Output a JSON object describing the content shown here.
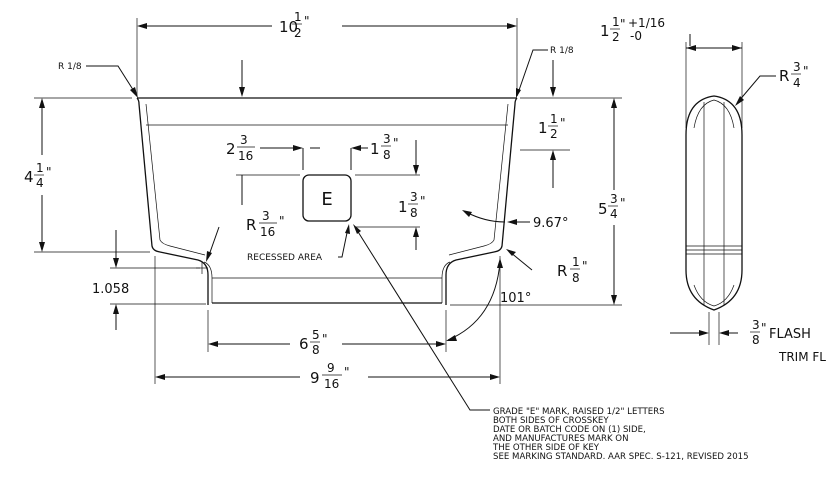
{
  "dimensions": {
    "top_width": {
      "whole": "10",
      "num": "1",
      "den": "2",
      "unit": "\""
    },
    "left_height": {
      "whole": "4",
      "num": "1",
      "den": "4",
      "unit": "\""
    },
    "right_height": {
      "whole": "5",
      "num": "3",
      "den": "4",
      "unit": "\""
    },
    "upper_right": {
      "whole": "1",
      "num": "1",
      "den": "2",
      "unit": "\""
    },
    "recess_offset": {
      "whole": "2",
      "num": "3",
      "den": "16",
      "unit": "\""
    },
    "recess_width": {
      "whole": "1",
      "num": "3",
      "den": "8",
      "unit": "\""
    },
    "recess_height": {
      "whole": "1",
      "num": "3",
      "den": "8",
      "unit": "\""
    },
    "mid_width": {
      "whole": "6",
      "num": "5",
      "den": "8",
      "unit": "\""
    },
    "bottom_width": {
      "whole": "9",
      "num": "9",
      "den": "16",
      "unit": "\""
    },
    "thickness": {
      "whole": "1",
      "num": "1",
      "den": "2",
      "tol_plus": "+1/16",
      "tol_minus": "-0",
      "unit": "\""
    },
    "flash": {
      "num": "3",
      "den": "8",
      "unit": "\"",
      "label": "FLASH"
    },
    "small_height": "1.058",
    "angle_side": "9.67°",
    "angle_bottom": "101°"
  },
  "radii": {
    "top_left": "R 1/8",
    "top_right": "R 1/8",
    "inner_left": {
      "prefix": "R",
      "num": "3",
      "den": "16",
      "unit": "\""
    },
    "inner_right": {
      "prefix": "R",
      "num": "1",
      "den": "8",
      "unit": "\""
    },
    "side_view": {
      "prefix": "R",
      "num": "3",
      "den": "4",
      "unit": "\""
    }
  },
  "recess": {
    "letter": "E",
    "label": "RECESSED AREA"
  },
  "trim_label": "TRIM FL",
  "marking_note": [
    "GRADE \"E\" MARK, RAISED 1/2\" LETTERS",
    "BOTH SIDES OF CROSSKEY",
    "DATE OR BATCH CODE ON (1) SIDE,",
    "AND MANUFACTURES MARK ON",
    "THE OTHER SIDE OF KEY",
    "SEE MARKING STANDARD. AAR SPEC. S-121, REVISED 2015"
  ]
}
